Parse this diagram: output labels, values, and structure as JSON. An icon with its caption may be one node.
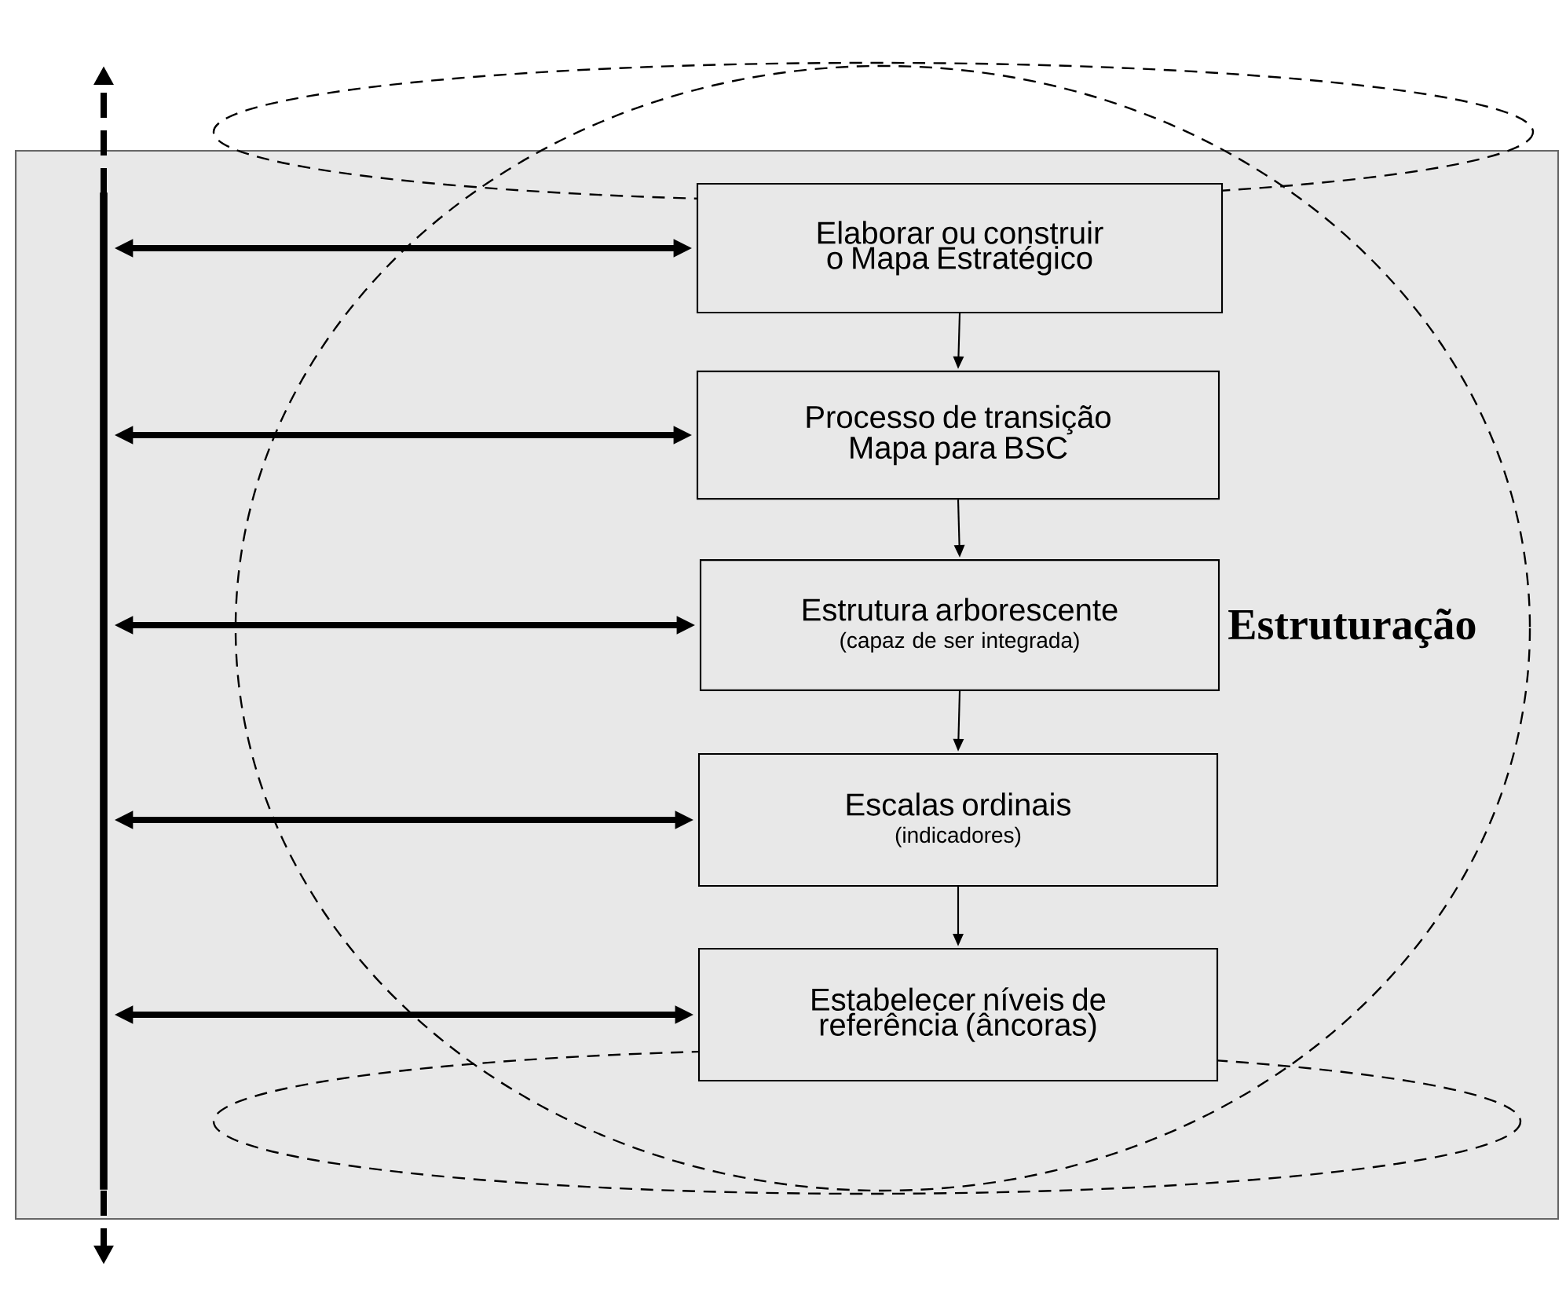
{
  "diagram": {
    "nodes": [
      {
        "text": [],
        "shape": "bar"
      },
      {
        "text": [
          "Elaborar ou construir o Mapa Estratégico"
        ]
      },
      {
        "text": [
          "Processo de transição Mapa para BSC"
        ]
      },
      {
        "text": [
          "Estrutura arborescente",
          "(capaz de ser integrada)"
        ]
      },
      {
        "text": [
          "Escalas ordinais",
          "(indicadores)"
        ]
      },
      {
        "text": [
          "Estabelecer níveis de referência (âncoras)"
        ]
      }
    ],
    "edges": [
      {
        "from": 0,
        "to": 1,
        "arrow": "both"
      },
      {
        "from": 0,
        "to": 2,
        "arrow": "both"
      },
      {
        "from": 0,
        "to": 3,
        "arrow": "both"
      },
      {
        "from": 0,
        "to": 4,
        "arrow": "both"
      },
      {
        "from": 0,
        "to": 5,
        "arrow": "both"
      },
      {
        "from": 1,
        "to": 2,
        "arrow": "to"
      },
      {
        "from": 2,
        "to": 3,
        "arrow": "to"
      },
      {
        "from": 3,
        "to": 4,
        "arrow": "to"
      },
      {
        "from": 4,
        "to": 5,
        "arrow": "to"
      }
    ],
    "labels": [
      "Estruturação"
    ]
  }
}
